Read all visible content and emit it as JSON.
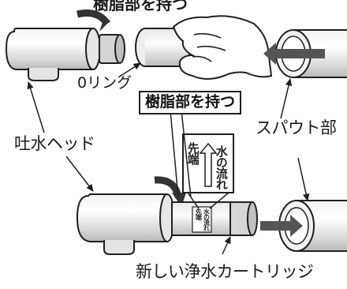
{
  "labels": {
    "top_cut": "樹脂部を持つ",
    "o_ring": "0リング",
    "resin_hold": "樹脂部を持つ",
    "spout": "スパウト部",
    "head": "吐水ヘッド",
    "new_cartridge": "新しい浄水カートリッジ"
  },
  "cartridge_label": {
    "tip": "先端",
    "flow": "水の流れ",
    "tip_small": "先端",
    "flow_small": "水の流れ"
  },
  "colors": {
    "line": "#1f1f1f",
    "body_gray": "#c9c9c9",
    "arrow_gray": "#555555"
  }
}
